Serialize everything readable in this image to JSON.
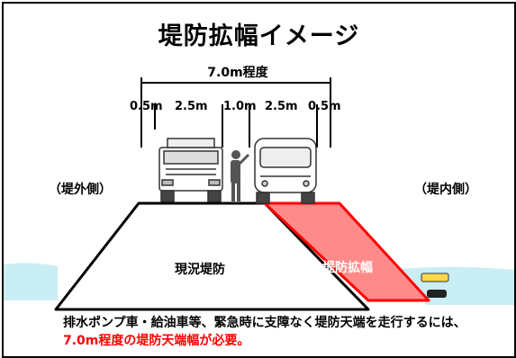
{
  "title": "堤防拡幅イメージ",
  "dimensions": {
    "total": "7.0m程度",
    "segments": [
      "0.5m",
      "2.5m",
      "1.0m",
      "2.5m",
      "0.5m"
    ]
  },
  "labels": {
    "outer_side": "（堤外側）",
    "inner_side": "（堤内側）",
    "existing_levee": "現況堤防",
    "levee_widening": "堤防拡幅"
  },
  "note": {
    "line1": "排水ポンプ車・給油車等、緊急時に支障なく堤防天端を走行するには、",
    "line2": "7.0m程度の堤防天端幅が必要。"
  },
  "colors": {
    "widening_fill": "#ff8a8a",
    "widening_stroke": "#ff0000",
    "water": "#c9eef3",
    "note_red": "#ff0000"
  }
}
